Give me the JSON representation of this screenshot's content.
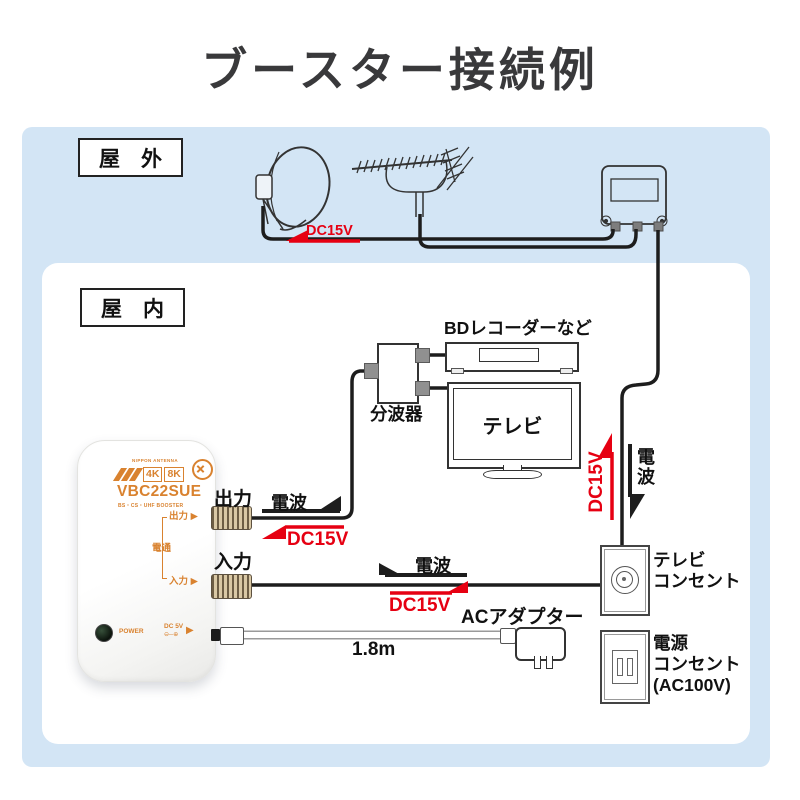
{
  "title": "ブースター接続例",
  "colors": {
    "outdoor_bg": "#d3e5f5",
    "accent_red": "#e60012",
    "accent_orange": "#d9822f",
    "line": "#1d1d1d"
  },
  "outdoor": {
    "label": "屋　外"
  },
  "indoor": {
    "label": "屋　内"
  },
  "labels": {
    "denpa": "電波",
    "dc15v": "DC15V",
    "splitter": "分波器",
    "bd_recorder": "BDレコーダーなど",
    "tv": "テレビ",
    "tv_outlet_1": "テレビ",
    "tv_outlet_2": "コンセント",
    "power_outlet_1": "電源",
    "power_outlet_2": "コンセント",
    "power_outlet_3": "(AC100V)",
    "ac_adapter": "ACアダプター",
    "cable_length": "1.8m",
    "output": "出力",
    "input": "入力"
  },
  "booster": {
    "brand": "NIPPON ANTENNA",
    "logo_4k": "4K",
    "logo_8k": "8K",
    "model": "VBC22SUE",
    "subtitle": "BS・CS・UHF BOOSTER",
    "panel_output": "出力 ▶",
    "panel_passthrough": "電通",
    "panel_input": "入力 ▶",
    "power": "POWER",
    "dc": "DC 5V",
    "dc_polarity": "⊖─⊕",
    "dc_arrow": "▶"
  }
}
